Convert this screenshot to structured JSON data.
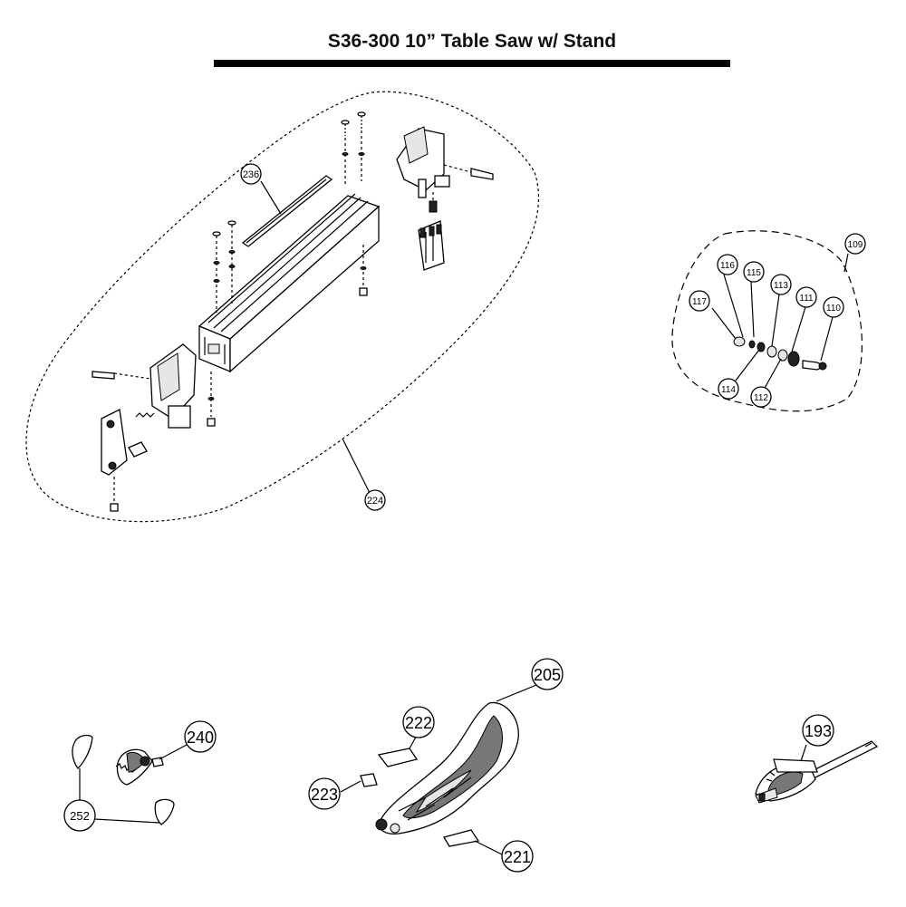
{
  "title": "S36-300 10” Table Saw w/ Stand",
  "callouts": {
    "c236": "236",
    "c224": "224",
    "c109": "109",
    "c110": "110",
    "c111": "111",
    "c112": "112",
    "c113": "113",
    "c114": "114",
    "c115": "115",
    "c116": "116",
    "c117": "117",
    "c205": "205",
    "c222": "222",
    "c223": "223",
    "c221": "221",
    "c240": "240",
    "c252": "252",
    "c193": "193"
  }
}
